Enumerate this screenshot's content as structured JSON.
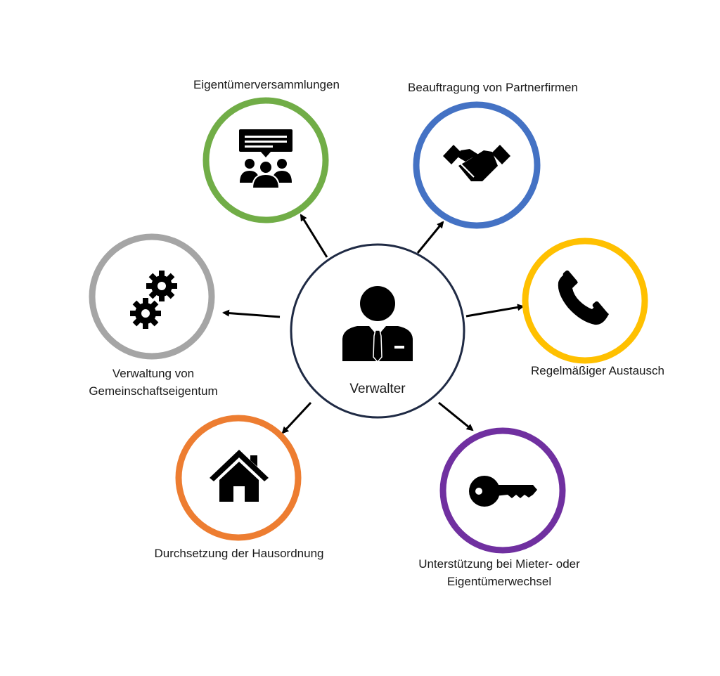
{
  "center": {
    "label": "Verwalter",
    "ring_color": "#1f2a44",
    "icon": "manager-icon"
  },
  "nodes": [
    {
      "id": "eigentuemerversammlungen",
      "lines": [
        "Eigentümerversammlungen"
      ],
      "ring_color": "#71ad47",
      "icon": "meeting-icon"
    },
    {
      "id": "partnerfirmen",
      "lines": [
        "Beauftragung von Partnerfirmen"
      ],
      "ring_color": "#4472c4",
      "icon": "handshake-icon"
    },
    {
      "id": "austausch",
      "lines": [
        "Regelmäßiger Austausch"
      ],
      "ring_color": "#ffc000",
      "icon": "phone-icon"
    },
    {
      "id": "wechsel",
      "lines": [
        "Unterstützung bei Mieter- oder",
        "Eigentümerwechsel"
      ],
      "ring_color": "#7030a0",
      "icon": "key-icon"
    },
    {
      "id": "hausordnung",
      "lines": [
        "Durchsetzung der Hausordnung"
      ],
      "ring_color": "#ed7d31",
      "icon": "house-icon"
    },
    {
      "id": "gemeinschaftseigentum",
      "lines": [
        "Verwaltung von",
        "Gemeinschaftseigentum"
      ],
      "ring_color": "#a5a5a5",
      "icon": "gears-icon"
    }
  ]
}
